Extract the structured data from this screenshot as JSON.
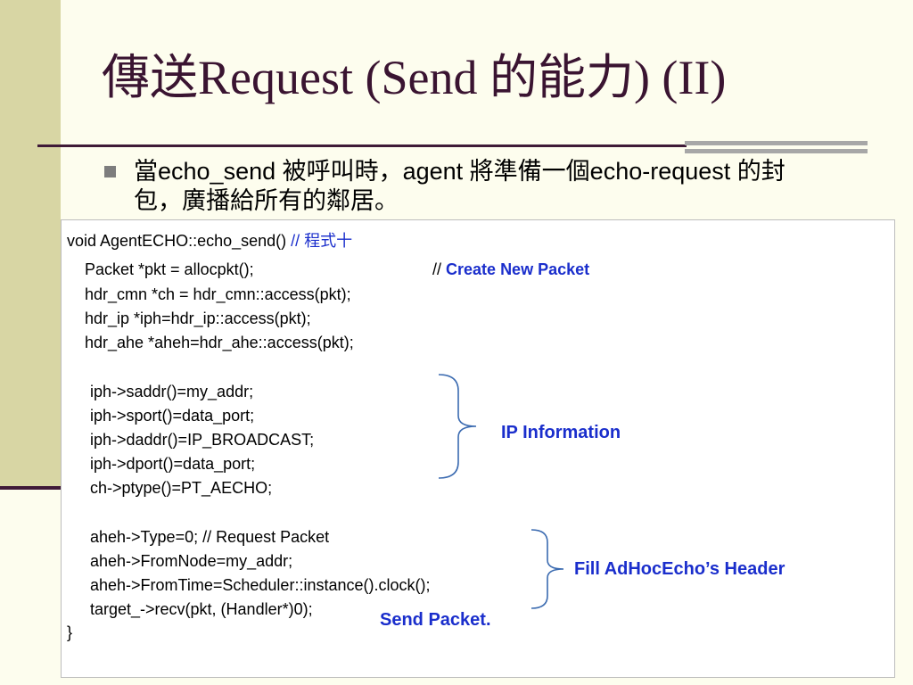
{
  "slide": {
    "title": "傳送Request (Send 的能力) (II)",
    "bullet": "當echo_send 被呼叫時，agent 將準備一個echo-request 的封包，廣播給所有的鄰居。"
  },
  "code": {
    "func_signature": "void AgentECHO::echo_send()",
    "func_comment": "// 程式十",
    "line_pkt": "Packet *pkt = allocpkt();",
    "line_pkt_comment_slashes": "//",
    "line_pkt_comment_text": "Create New Packet",
    "line_cmn": "hdr_cmn *ch = hdr_cmn::access(pkt);",
    "line_ip": "hdr_ip *iph=hdr_ip::access(pkt);",
    "line_ahe": "hdr_ahe *aheh=hdr_ahe::access(pkt);",
    "line_saddr": "iph->saddr()=my_addr;",
    "line_sport": "iph->sport()=data_port;",
    "line_daddr": "iph->daddr()=IP_BROADCAST;",
    "line_dport": "iph->dport()=data_port;",
    "line_ptype": "ch->ptype()=PT_AECHO;",
    "line_type": "aheh->Type=0; // Request Packet",
    "line_fromnode": "aheh->FromNode=my_addr;",
    "line_fromtime": "aheh->FromTime=Scheduler::instance().clock();",
    "line_recv": "target_->recv(pkt, (Handler*)0);",
    "closing_brace": "}"
  },
  "annotations": {
    "ip_info": "IP Information",
    "fill_header": "Fill AdHocEcho’s Header",
    "send_packet": "Send Packet."
  },
  "colors": {
    "background": "#fdfdee",
    "side_band": "#d8d6a4",
    "title_text": "#3a1431",
    "rule": "#3f1a37",
    "accent_blue": "#1a2ecc",
    "bullet_gray": "#7d7d7d"
  }
}
